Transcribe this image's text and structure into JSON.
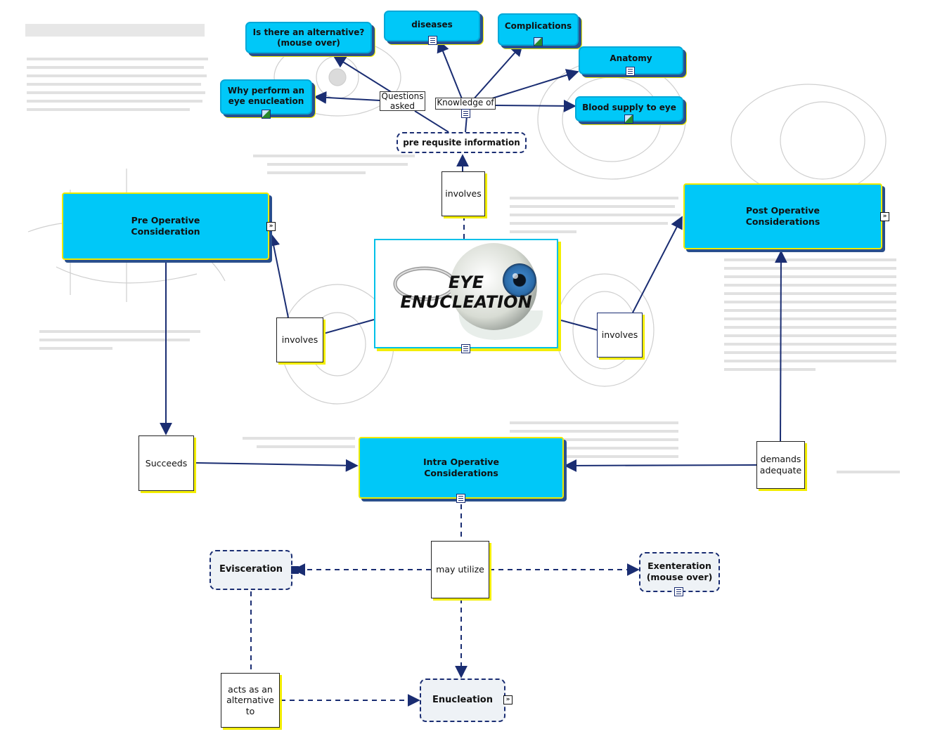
{
  "center": {
    "title_line1": "EYE",
    "title_line2": "ENUCLEATION"
  },
  "concepts": {
    "alternative": "Is there an alternative?\n(mouse over)",
    "diseases": "diseases",
    "complications": "Complications",
    "anatomy": "Anatomy",
    "why_perform": "Why perform an\neye enucleation",
    "blood_supply": "Blood supply to eye",
    "prerequisite": "pre requsite information",
    "pre_op": "Pre Operative\nConsideration",
    "post_op": "Post Operative\nConsiderations",
    "intra_op": "Intra Operative\nConsiderations",
    "evisceration": "Evisceration",
    "exenteration": "Exenteration\n(mouse over)",
    "enucleation": "Enucleation"
  },
  "links": {
    "questions_asked": "Questions\nasked",
    "knowledge_of": "Knowledge of",
    "involves_top": "involves",
    "involves_left": "involves",
    "involves_right": "involves",
    "succeeds": "Succeeds",
    "demands": "demands\nadequate",
    "may_utilize": "may utilize",
    "acts_as": "acts as an\nalternative to"
  },
  "colors": {
    "concept_fill": "#00c8f8",
    "edge": "#1a2d72",
    "highlight": "#f3ee00"
  }
}
